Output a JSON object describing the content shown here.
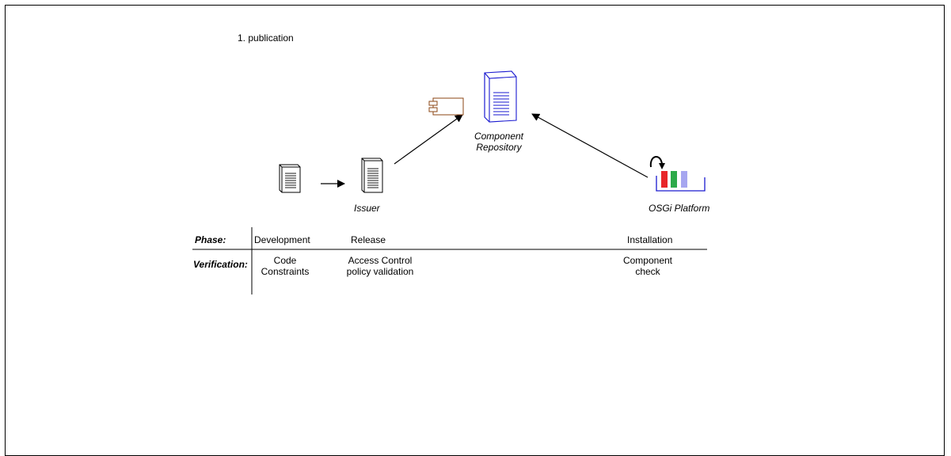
{
  "step_label": "1. publication",
  "nodes": {
    "repository": "Component\nRepository",
    "issuer": "Issuer",
    "platform": "OSGi Platform"
  },
  "table": {
    "phase_header": "Phase:",
    "verification_header": "Verification:",
    "phases": [
      "Development",
      "Release",
      "Installation"
    ],
    "verifications": [
      "Code\nConstraints",
      "Access Control\npolicy validation",
      "Component\ncheck"
    ]
  },
  "colors": {
    "repository_stroke": "#1a1ad0",
    "component_icon": "#8b4513",
    "bundle_red": "#e8262a",
    "bundle_green": "#2eaa4a",
    "bundle_lavender": "#a6a6f0",
    "platform_tray": "#1a1ad0"
  },
  "icons": [
    "document-server-icon",
    "document-server-icon",
    "repository-server-icon",
    "uml-component-icon",
    "refresh-arrow-icon"
  ]
}
